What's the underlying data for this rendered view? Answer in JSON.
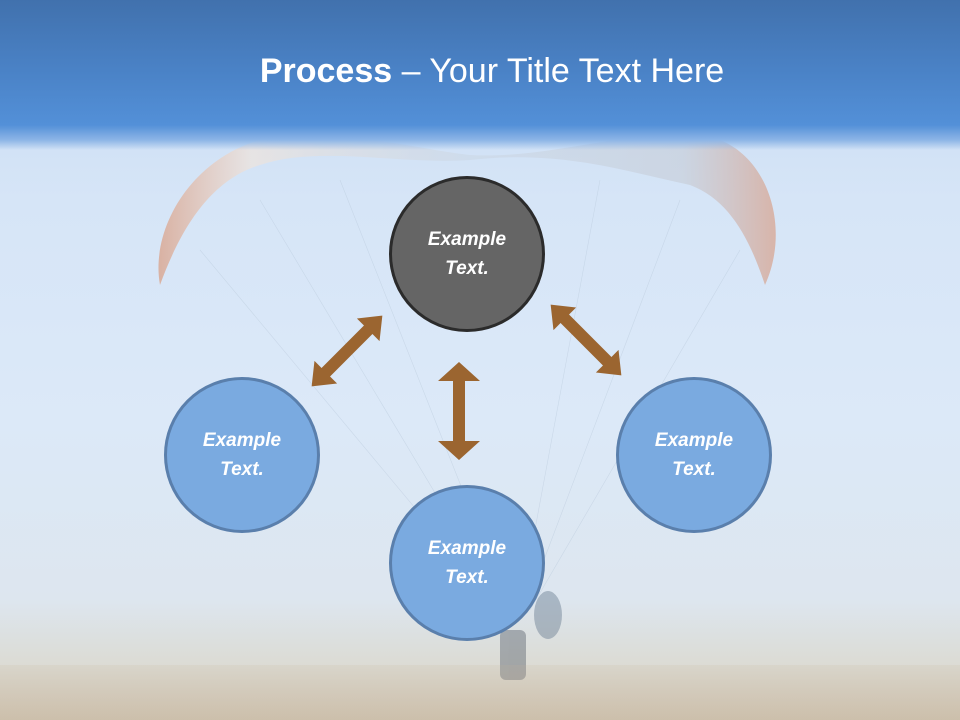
{
  "header": {
    "title_bold": "Process",
    "title_rest": " – Your Title Text Here"
  },
  "diagram": {
    "center_node": {
      "line1": "Example",
      "line2": "Text.",
      "fill": "#656565",
      "border": "#2b2b2b"
    },
    "nodes": [
      {
        "position": "left",
        "line1": "Example",
        "line2": "Text.",
        "fill": "#7aaae0",
        "border": "#5a7fac"
      },
      {
        "position": "bottom",
        "line1": "Example",
        "line2": "Text.",
        "fill": "#7aaae0",
        "border": "#5a7fac"
      },
      {
        "position": "right",
        "line1": "Example",
        "line2": "Text.",
        "fill": "#7aaae0",
        "border": "#5a7fac"
      }
    ],
    "arrow_color": "#9b6530",
    "arrows": [
      {
        "from": "center",
        "to": "left",
        "type": "double-headed"
      },
      {
        "from": "center",
        "to": "bottom",
        "type": "double-headed"
      },
      {
        "from": "center",
        "to": "right",
        "type": "double-headed"
      }
    ]
  },
  "background": {
    "description": "faded photo of paraglider canopy over grassy field, blue sky",
    "header_color": "#4a82c6"
  }
}
